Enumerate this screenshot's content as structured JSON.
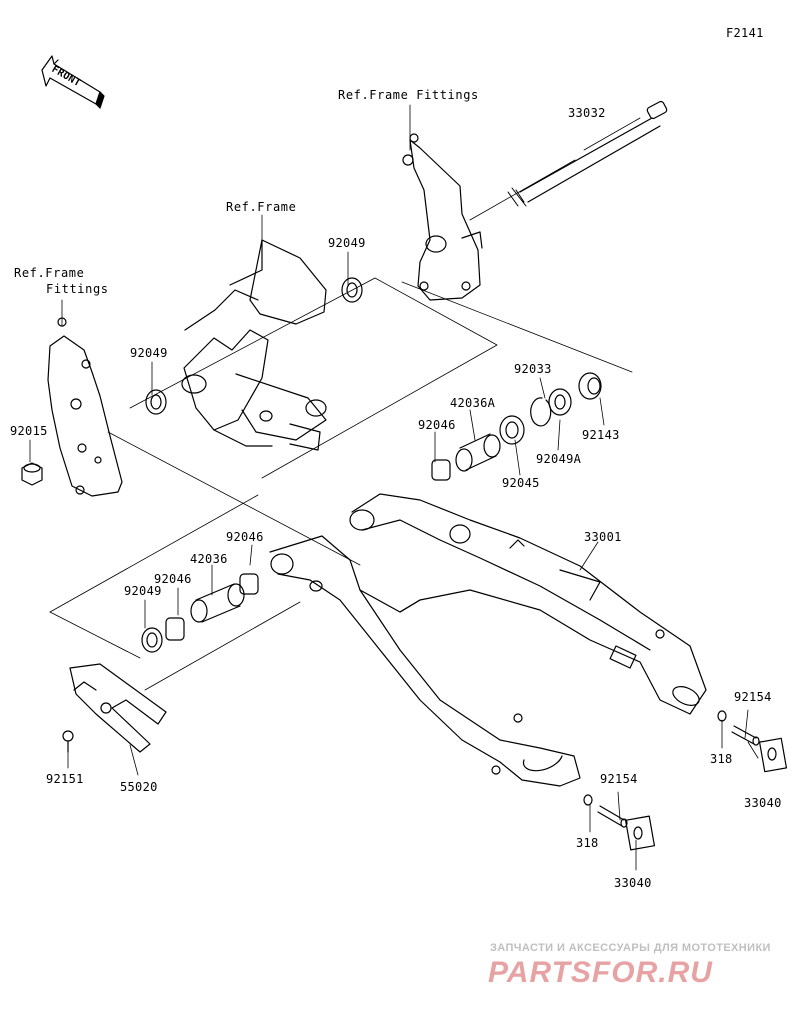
{
  "figure_code": "F2141",
  "front_badge": "FRONT",
  "refs": {
    "frame_fittings_top": "Ref.Frame Fittings",
    "frame": "Ref.Frame",
    "frame_fittings_left_1": "Ref.Frame",
    "frame_fittings_left_2": "Fittings"
  },
  "parts": {
    "p33032": "33032",
    "p92049_top": "92049",
    "p92049_left": "92049",
    "p92015": "92015",
    "p92033": "92033",
    "p42036A": "42036A",
    "p92046_top": "92046",
    "p92143": "92143",
    "p92049A": "92049A",
    "p92045": "92045",
    "p33001": "33001",
    "p92046_a": "92046",
    "p42036": "42036",
    "p92046_b": "92046",
    "p92049_low": "92049",
    "p92154_right": "92154",
    "p318_right": "318",
    "p33040_right": "33040",
    "p92154_mid": "92154",
    "p318_mid": "318",
    "p33040_mid": "33040",
    "p92151": "92151",
    "p55020": "55020"
  },
  "watermark": {
    "line1": "ЗАПЧАСТИ И АКСЕССУАРЫ ДЛЯ МОТОТЕХНИКИ",
    "line2": "PARTSFOR.RU"
  }
}
